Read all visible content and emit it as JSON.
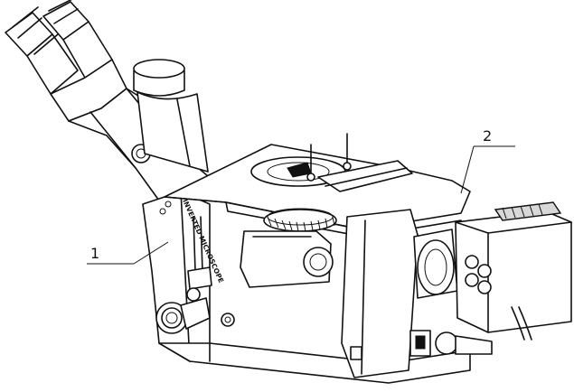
{
  "figure": {
    "body_text": "INVERTED MICROSCOPE",
    "callouts": [
      {
        "label": "1"
      },
      {
        "label": "2"
      }
    ]
  }
}
